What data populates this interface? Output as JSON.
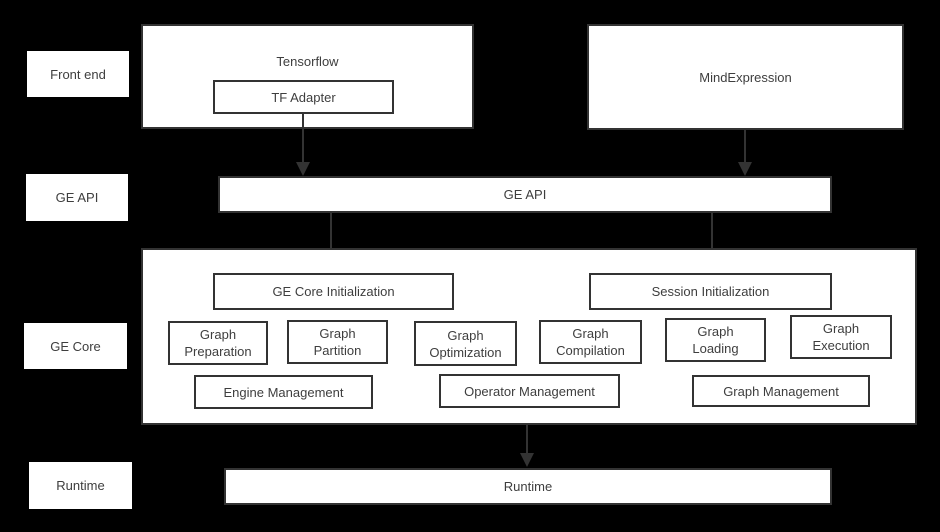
{
  "colors": {
    "background": "#000000",
    "box_fill": "#ffffff",
    "box_border": "#333333",
    "arrow": "#333333",
    "text": "#3e3e3e"
  },
  "row_labels": {
    "front_end": "Front end",
    "ge_api": "GE API",
    "ge_core": "GE Core",
    "runtime": "Runtime"
  },
  "frontend": {
    "tensorflow_title": "Tensorflow",
    "tf_adapter": "TF Adapter",
    "mind_expression": "MindExpression"
  },
  "ge_api": {
    "bar_label": "GE API"
  },
  "ge_core": {
    "ge_core_initialization": "GE Core Initialization",
    "session_initialization": "Session Initialization",
    "stages": [
      {
        "line1": "Graph",
        "line2": "Preparation"
      },
      {
        "line1": "Graph",
        "line2": "Partition"
      },
      {
        "line1": "Graph",
        "line2": "Optimization"
      },
      {
        "line1": "Graph",
        "line2": "Compilation"
      },
      {
        "line1": "Graph",
        "line2": "Loading"
      },
      {
        "line1": "Graph",
        "line2": "Execution"
      }
    ],
    "management": [
      "Engine Management",
      "Operator Management",
      "Graph Management"
    ]
  },
  "runtime": {
    "bar_label": "Runtime"
  }
}
